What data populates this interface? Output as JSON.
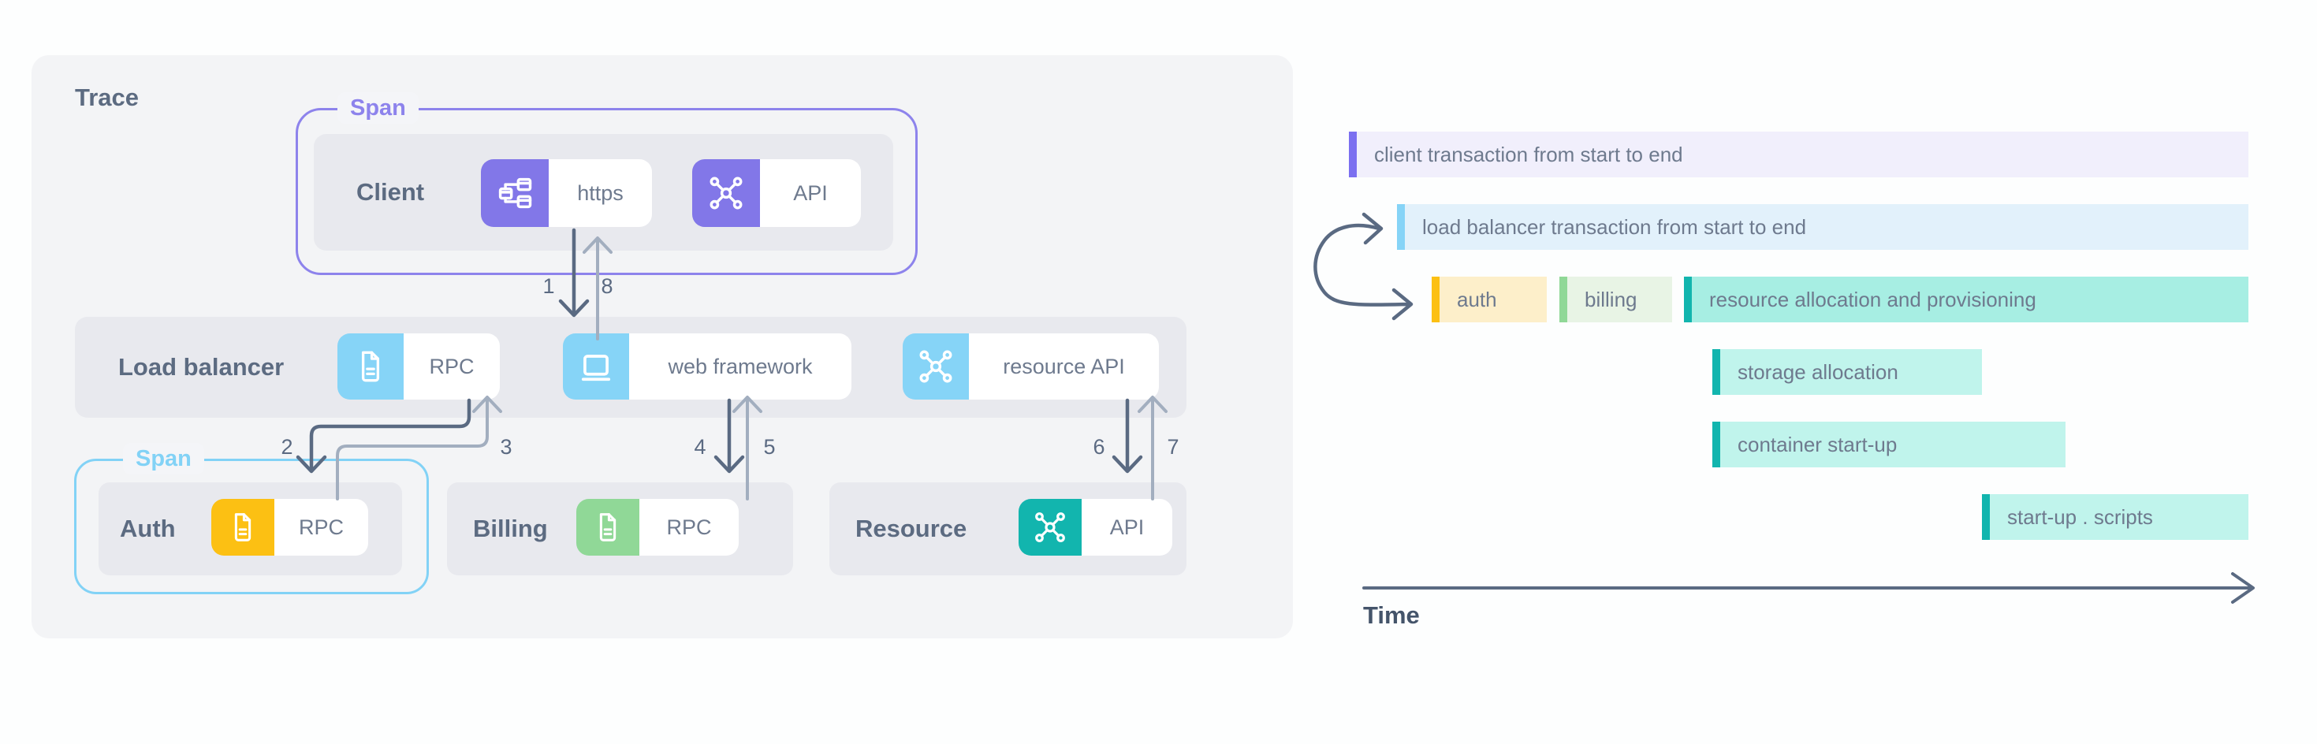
{
  "colors": {
    "panel_bg": "#f3f4f6",
    "node_bg": "#e8e9ee",
    "purple": "#8277e8",
    "purple_border": "#8d83ec",
    "sky": "#86d4f7",
    "sky_border": "#82d2f6",
    "amber": "#fcc013",
    "green": "#90d897",
    "teal": "#12b5ae"
  },
  "diagram": {
    "trace_label": "Trace",
    "client_span": {
      "label": "Span",
      "node": "Client",
      "chips": [
        {
          "icon": "sitemap-icon",
          "label": "https"
        },
        {
          "icon": "network-icon",
          "label": "API"
        }
      ]
    },
    "load_balancer": {
      "node": "Load balancer",
      "chips": [
        {
          "icon": "document-icon",
          "label": "RPC"
        },
        {
          "icon": "laptop-icon",
          "label": "web framework"
        },
        {
          "icon": "network-icon",
          "label": "resource API"
        }
      ]
    },
    "auth_span": {
      "label": "Span",
      "node": "Auth",
      "chips": [
        {
          "icon": "document-icon",
          "label": "RPC"
        }
      ]
    },
    "billing": {
      "node": "Billing",
      "chips": [
        {
          "icon": "document-icon",
          "label": "RPC"
        }
      ]
    },
    "resource": {
      "node": "Resource",
      "chips": [
        {
          "icon": "network-icon",
          "label": "API"
        }
      ]
    },
    "arrow_labels": {
      "n1": "1",
      "n2": "2",
      "n3": "3",
      "n4": "4",
      "n5": "5",
      "n6": "6",
      "n7": "7",
      "n8": "8"
    }
  },
  "timeline": {
    "axis_label": "Time",
    "bars": [
      {
        "label": "client transaction from start to end",
        "accent": "#7b6ff0",
        "body": "#f1effc",
        "start_frac": 0.0,
        "end_frac": 1.0
      },
      {
        "label": "load balancer transaction from start to end",
        "accent": "#86d4f7",
        "body": "#e2f1fb",
        "start_frac": 0.05,
        "end_frac": 1.0
      },
      {
        "label": "auth",
        "accent": "#fcc013",
        "body": "#fdefca",
        "start_frac": 0.09,
        "end_frac": 0.22
      },
      {
        "label": "billing",
        "accent": "#90d897",
        "body": "#e8f4e5",
        "start_frac": 0.23,
        "end_frac": 0.36
      },
      {
        "label": "resource allocation and provisioning",
        "accent": "#12b5ae",
        "body": "#a7eee3",
        "start_frac": 0.37,
        "end_frac": 1.0
      },
      {
        "label": "storage allocation",
        "accent": "#12b5ae",
        "body": "#c0f4ec",
        "start_frac": 0.4,
        "end_frac": 0.7
      },
      {
        "label": "container start-up",
        "accent": "#12b5ae",
        "body": "#c0f4ec",
        "start_frac": 0.4,
        "end_frac": 0.8
      },
      {
        "label": "start-up . scripts",
        "accent": "#12b5ae",
        "body": "#c0f4ec",
        "start_frac": 0.7,
        "end_frac": 1.0
      }
    ]
  },
  "chart_data": {
    "type": "table",
    "title": "Trace span timeline",
    "xlabel": "Time",
    "rows": [
      [
        "client transaction from start to end",
        0.0,
        1.0
      ],
      [
        "load balancer transaction from start to end",
        0.05,
        1.0
      ],
      [
        "auth",
        0.09,
        0.22
      ],
      [
        "billing",
        0.23,
        0.36
      ],
      [
        "resource allocation and provisioning",
        0.37,
        1.0
      ],
      [
        "storage allocation",
        0.4,
        0.7
      ],
      [
        "container start-up",
        0.4,
        0.8
      ],
      [
        "start-up . scripts",
        0.7,
        1.0
      ]
    ]
  }
}
